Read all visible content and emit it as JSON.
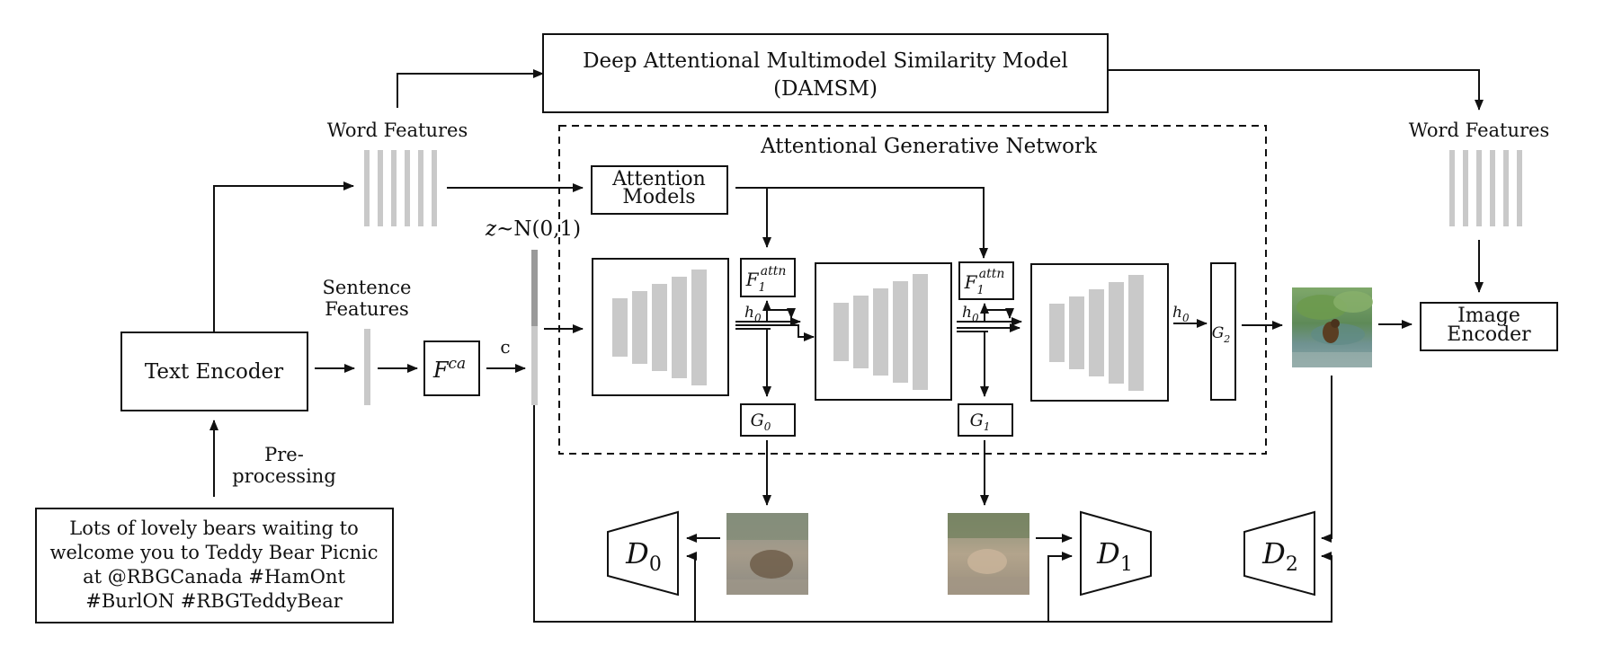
{
  "damsm": {
    "line1": "Deep Attentional Multimodel Similarity Model",
    "line2": "(DAMSM)"
  },
  "word_features_left": "Word Features",
  "word_features_right": "Word Features",
  "sentence_features": {
    "line1": "Sentence",
    "line2": "Features"
  },
  "text_encoder": "Text Encoder",
  "preprocessing": {
    "line1": "Pre-",
    "line2": "processing"
  },
  "caption": {
    "line1": "Lots of lovely bears waiting to",
    "line2": "welcome you to Teddy Bear Picnic",
    "line3": "at @RBGCanada #HamOnt",
    "line4": "#BurlON #RBGTeddyBear"
  },
  "fca": {
    "base": "F",
    "sup": "ca"
  },
  "c_label": "c",
  "noise": {
    "z": "z",
    "rest": "~N(0,1)"
  },
  "agn_title": "Attentional Generative Network",
  "attention_models": {
    "line1": "Attention",
    "line2": "Models"
  },
  "attn_block": {
    "base": "F",
    "sub": "1",
    "sup": "attn"
  },
  "h0": {
    "base": "h",
    "sub": "0"
  },
  "generators": [
    {
      "base": "G",
      "sub": "0"
    },
    {
      "base": "G",
      "sub": "1"
    },
    {
      "base": "G",
      "sub": "2"
    }
  ],
  "discriminators": [
    {
      "base": "D",
      "sub": "0"
    },
    {
      "base": "D",
      "sub": "1"
    },
    {
      "base": "D",
      "sub": "2"
    }
  ],
  "image_encoder": {
    "line1": "Image",
    "line2": "Encoder"
  },
  "colors": {
    "stroke": "#111111",
    "feature_bar": "#c9c9c9",
    "background": "#ffffff"
  }
}
